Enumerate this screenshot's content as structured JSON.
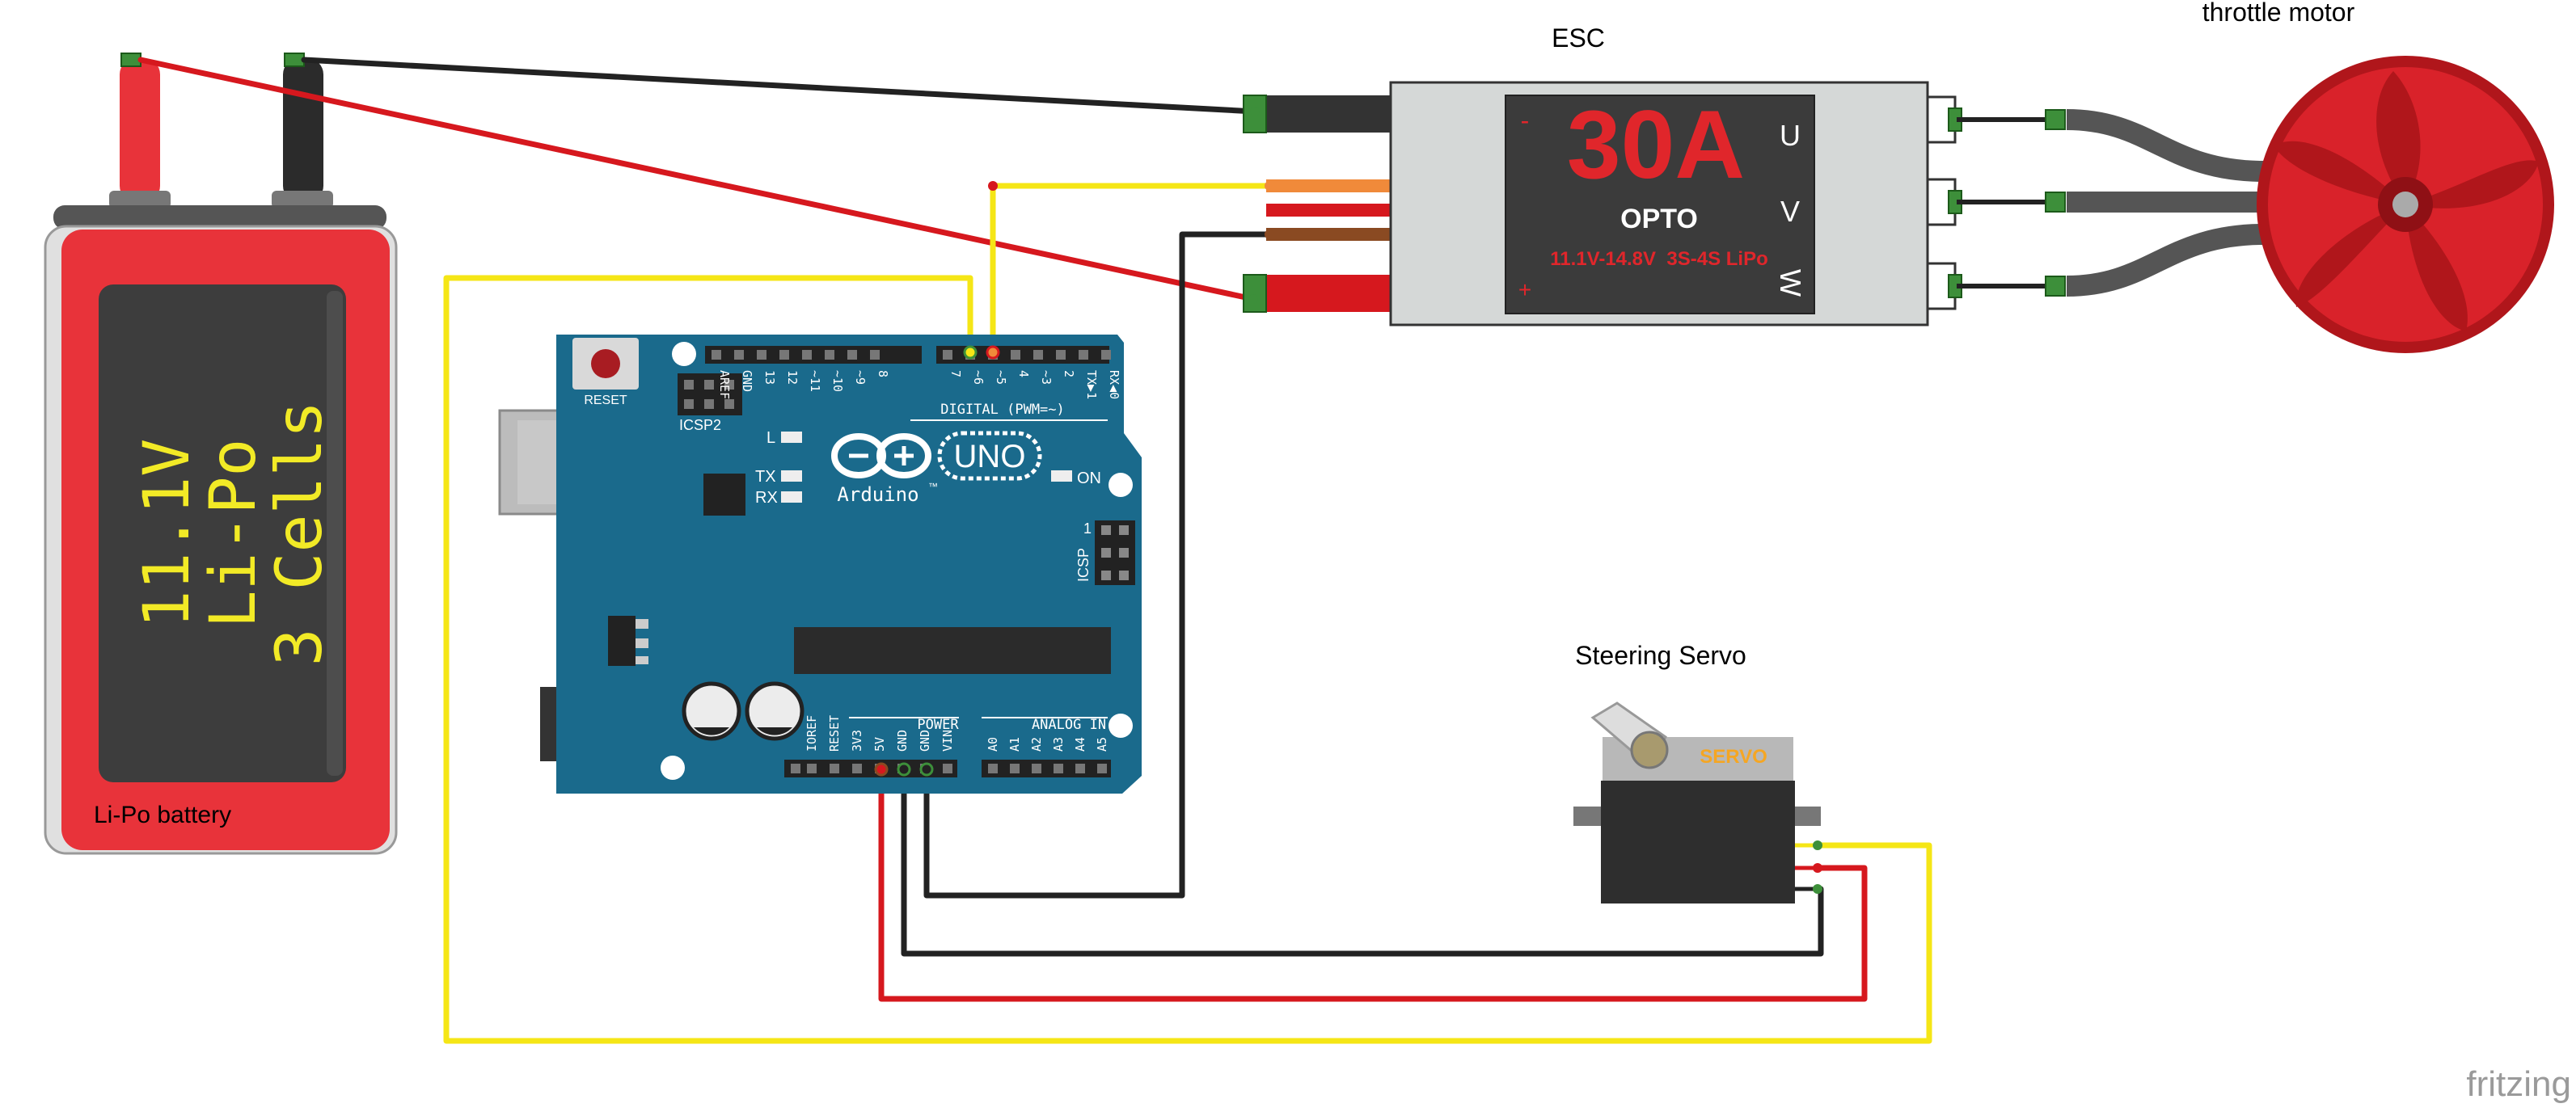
{
  "labels": {
    "esc": "ESC",
    "throttle_motor": "throttle motor",
    "steering_servo": "Steering Servo",
    "lipo_battery": "Li-Po battery",
    "watermark": "fritzing"
  },
  "battery": {
    "line1": "11.1V",
    "line2": "Li-Po",
    "line3": "3 Cells"
  },
  "esc": {
    "current": "30A",
    "type": "OPTO",
    "spec": "11.1V-14.8V  3S-4S LiPo",
    "minus": "-",
    "plus": "+",
    "phase_u": "U",
    "phase_v": "V",
    "phase_w": "W"
  },
  "servo": {
    "brand": "SERVO"
  },
  "arduino": {
    "brand": "Arduino",
    "tm": "™",
    "model": "UNO",
    "reset": "RESET",
    "icsp2": "ICSP2",
    "icsp": "ICSP",
    "icsp_pin1": "1",
    "on": "ON",
    "led_l": "L",
    "led_tx": "TX",
    "led_rx": "RX",
    "digital": "DIGITAL (PWM=~)",
    "power": "POWER",
    "analog_in": "ANALOG IN",
    "top_pins": [
      "AREF",
      "GND",
      "13",
      "12",
      "~11",
      "~10",
      "~9",
      "8",
      "7",
      "~6",
      "~5",
      "4",
      "~3",
      "2",
      "TX▶1",
      "RX◀0"
    ],
    "bottom_power_pins": [
      "IOREF",
      "RESET",
      "3V3",
      "5V",
      "GND",
      "GND",
      "VIN"
    ],
    "bottom_analog_pins": [
      "A0",
      "A1",
      "A2",
      "A3",
      "A4",
      "A5"
    ]
  },
  "colors": {
    "wire_red": "#d6181e",
    "wire_black": "#222222",
    "wire_yellow": "#f5e616",
    "wire_orange": "#f08a3a",
    "wire_brown": "#8a4a22",
    "arduino_board": "#1a6a8c",
    "esc_body": "#d5d8d7",
    "esc_red_text": "#e0262b",
    "motor_red": "#b0161b",
    "battery_red": "#e8333a",
    "battery_text": "#f2ea26"
  }
}
